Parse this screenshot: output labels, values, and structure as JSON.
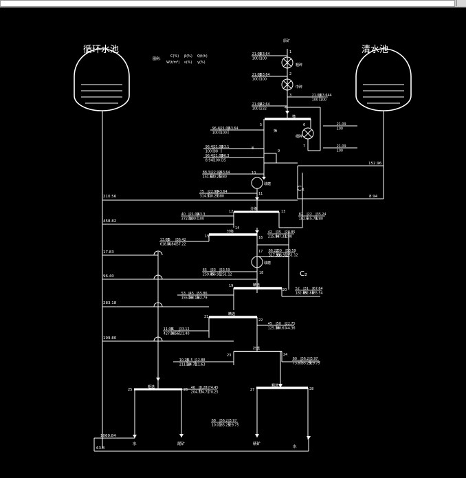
{
  "tanks": {
    "left_label": "循环水池",
    "right_label": "清水池"
  },
  "legend": {
    "title": "图例:",
    "row1": [
      "C(%)",
      "β(%)",
      "Q(t/h)"
    ],
    "row2": [
      "W(t/m³)",
      "ε(%)",
      "γ(%)"
    ]
  },
  "header": {
    "raw_ore": "原矿"
  },
  "ops": {
    "coarse_crush": "粗碎",
    "medium_crush": "中碎",
    "fine_crush": "细碎",
    "screening": "筛",
    "ball_mill": "球磨",
    "classifier": "分级",
    "cleaner": "精选",
    "scavenger": "扫选",
    "rougher": "粗选"
  },
  "circuits": {
    "c1": "C₁",
    "c2": "C₂"
  },
  "nodes": [
    "1",
    "2",
    "3",
    "4",
    "5",
    "6",
    "7",
    "8",
    "9",
    "10",
    "11",
    "12",
    "13",
    "14",
    "15",
    "16",
    "17",
    "18",
    "19",
    "20",
    "21",
    "22",
    "23",
    "24",
    "25",
    "26",
    "27",
    "28"
  ],
  "data_tags": {
    "t1": [
      "21.09",
      "53.64",
      "100",
      "100"
    ],
    "t2": [
      "21.09",
      "53.64",
      "100",
      "100"
    ],
    "t3": [
      "21.09",
      "53.644",
      "100",
      "100"
    ],
    "t4": [
      "21.09",
      "42.64",
      "100",
      "232"
    ],
    "t5": [
      "96.4",
      "21.09",
      "53.64",
      "100",
      "100"
    ],
    "t6": [
      "21.09",
      "100"
    ],
    "t7": [
      "21.09",
      "100"
    ],
    "t8": [
      "96.4",
      "21.09",
      "53.1",
      "100",
      "88"
    ],
    "t9": [
      "96.4",
      "21.09",
      "96.3",
      "8.94",
      "100",
      "35"
    ],
    "t10": [
      "88.3",
      "22.92",
      "43.64",
      "151.63",
      "70.25",
      "380"
    ],
    "t11": [
      "75",
      "22.90",
      "43.64",
      "314.51",
      "70.25",
      "380"
    ],
    "t12": [
      "40",
      "21.09",
      "63.3",
      "372.48",
      "100",
      "100"
    ],
    "t13": [
      "82",
      "22",
      "35.24",
      "182.6",
      "45.78",
      "280"
    ],
    "t14": [
      "13.05",
      "5",
      "36.42",
      "618.01",
      "4.84",
      "57.22"
    ],
    "t15": [
      "42",
      "35",
      "28.85",
      "215.98",
      "47.33",
      "280"
    ],
    "t16": [
      "66.22",
      "30",
      "53.59",
      "317.93",
      "86.91",
      "251.12"
    ],
    "t17": [
      "65",
      "33",
      "53.59",
      "259.45",
      "86.91",
      "251.12"
    ],
    "t18": [
      "52",
      "31",
      "67.64",
      "182.89",
      "82.88",
      "85.54"
    ],
    "t19": [
      "53",
      "45",
      "55.86",
      "155.18",
      "88.16",
      "82.79"
    ],
    "t20": [
      "45",
      "50",
      "22.75",
      "125.38",
      "88.6",
      "44.36"
    ],
    "t21": [
      "11.06",
      "6",
      "33.12",
      "427.08",
      "4.56",
      "21.40"
    ],
    "t22": [
      "60",
      "56.2",
      "3.97",
      "73.8",
      "85.29",
      "29.75"
    ],
    "t23": [
      "10.26",
      "5.5",
      "12.88",
      "211.58",
      "14.71",
      "11.63"
    ],
    "t24": [
      "46",
      "8.28",
      "74.45",
      "204.77",
      "14.71",
      "70.25"
    ],
    "t25": [
      "68",
      "56.2",
      "3.97",
      "10.01",
      "85.29",
      "29.75"
    ]
  },
  "water_flows": {
    "w1": "210.56",
    "w2": "458.82",
    "w3": "17.83",
    "w4": "96.40",
    "w5": "283.18",
    "w6": "199.80",
    "w7": "1069.84",
    "w8": "63.8",
    "w9": "152.96",
    "w10": "8.94"
  },
  "outputs": {
    "water_left": "水",
    "tailings": "尾矿",
    "concentrate": "精矿",
    "water_right": "水"
  }
}
